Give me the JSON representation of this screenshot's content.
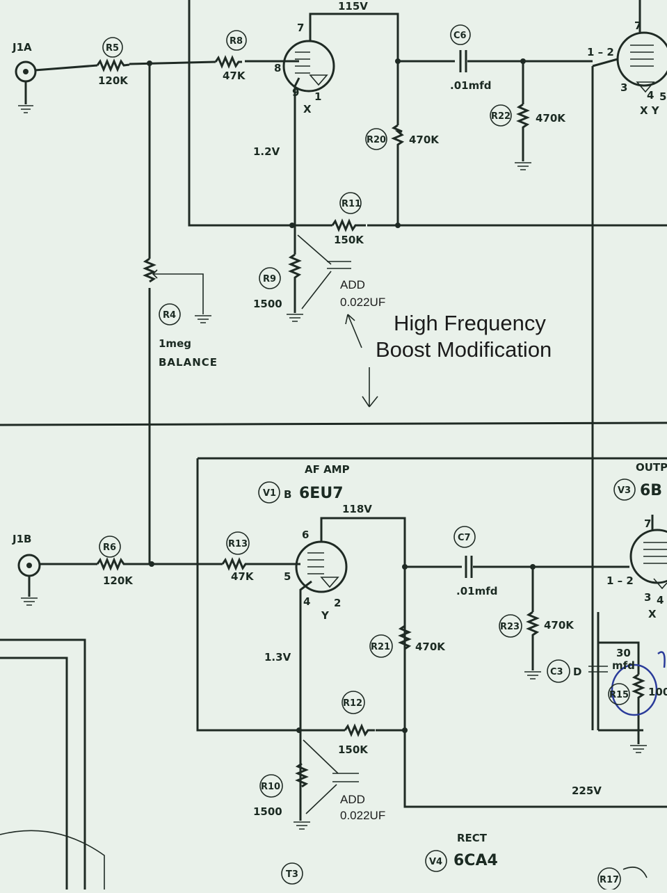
{
  "colors": {
    "paper": "#e9f1ea",
    "ink": "#1f2a24",
    "pen": "#2a3b9a"
  },
  "annotation": {
    "line1": "High Frequency",
    "line2": "Boost Modification"
  },
  "top": {
    "jack": "J1A",
    "r5": {
      "ref": "R5",
      "value": "120K"
    },
    "r8": {
      "ref": "R8",
      "value": "47K"
    },
    "pins": {
      "p7": "7",
      "p8": "8",
      "p9": "9",
      "p1": "1",
      "x": "X"
    },
    "plate_v": "115V",
    "c6": {
      "ref": "C6",
      "value": ".01mfd"
    },
    "r22": {
      "ref": "R22",
      "value": "470K"
    },
    "r20": {
      "ref": "R20",
      "value": "470K"
    },
    "cathode_v": "1.2V",
    "r11": {
      "ref": "R11",
      "value": "150K"
    },
    "r9": {
      "ref": "R9",
      "value": "1500"
    },
    "add": {
      "line1": "ADD",
      "line2": "0.022UF"
    },
    "r4": {
      "ref": "R4",
      "value": "1meg",
      "name": "BALANCE"
    },
    "next_pins": {
      "p7": "7",
      "p12": "1 – 2",
      "p3": "3",
      "p4": "4",
      "p5": "5",
      "xy": "X Y"
    }
  },
  "bottom": {
    "jack": "J1B",
    "r6": {
      "ref": "R6",
      "value": "120K"
    },
    "r13": {
      "ref": "R13",
      "value": "47K"
    },
    "stage_name": "AF AMP",
    "tube_ref": "V1",
    "tube_section": "B",
    "tube_type": "6EU7",
    "plate_v": "118V",
    "pins": {
      "p6": "6",
      "p5": "5",
      "p4": "4",
      "p2": "2",
      "y": "Y"
    },
    "c7": {
      "ref": "C7",
      "value": ".01mfd"
    },
    "r23": {
      "ref": "R23",
      "value": "470K"
    },
    "r21": {
      "ref": "R21",
      "value": "470K"
    },
    "cathode_v": "1.3V",
    "r12": {
      "ref": "R12",
      "value": "150K"
    },
    "r10": {
      "ref": "R10",
      "value": "1500"
    },
    "add": {
      "line1": "ADD",
      "line2": "0.022UF"
    },
    "c3": {
      "ref": "C3",
      "section": "D",
      "value_top": "30",
      "value_bot": "mfd"
    },
    "r15": {
      "ref": "R15",
      "value": "100"
    },
    "supply_v": "225V",
    "output_label": "OUTP",
    "v3": {
      "ref": "V3",
      "type": "6B"
    },
    "next_pins": {
      "p7": "7",
      "p12": "1 – 2",
      "p3": "3",
      "p4": "4",
      "xy": "X"
    },
    "rect": {
      "label": "RECT",
      "ref": "V4",
      "type": "6CA4"
    },
    "t3": "T3",
    "r17": "R17"
  }
}
